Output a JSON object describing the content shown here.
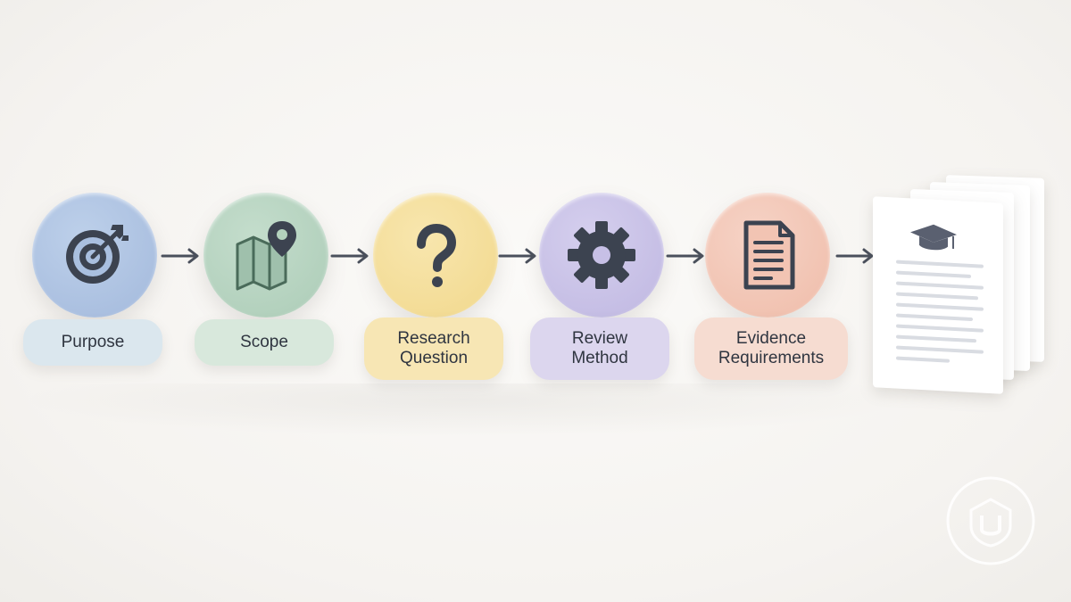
{
  "steps": [
    {
      "label": "Purpose",
      "icon": "target-icon",
      "circle_color": "#a9bfdf",
      "pill_color": "#d9e6ee"
    },
    {
      "label": "Scope",
      "icon": "map-pin-icon",
      "circle_color": "#b3d2bd",
      "pill_color": "#d8e8dc"
    },
    {
      "label": "Research\nQuestion",
      "icon": "question-icon",
      "circle_color": "#f4dd98",
      "pill_color": "#f7e6b4"
    },
    {
      "label": "Review\nMethod",
      "icon": "gear-icon",
      "circle_color": "#c7c0e6",
      "pill_color": "#dcd6ee"
    },
    {
      "label": "Evidence\nRequirements",
      "icon": "document-icon",
      "circle_color": "#f2c4b3",
      "pill_color": "#f6dcd1"
    }
  ],
  "output": {
    "icon": "graduation-cap-icon"
  },
  "colors": {
    "icon": "#3c4350",
    "arrow": "#4a505c"
  }
}
